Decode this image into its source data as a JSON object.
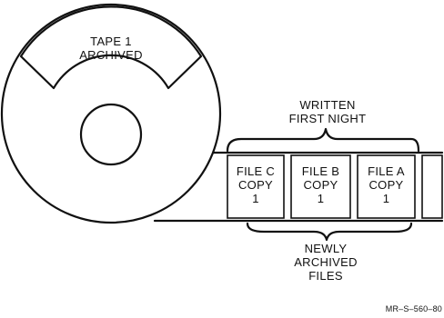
{
  "reel": {
    "label_line1": "TAPE 1",
    "label_line2": "ARCHIVED"
  },
  "top_brace": {
    "line1": "WRITTEN",
    "line2": "FIRST NIGHT"
  },
  "tape_segments": [
    {
      "line1": "FILE C",
      "line2": "COPY",
      "line3": "1"
    },
    {
      "line1": "FILE B",
      "line2": "COPY",
      "line3": "1"
    },
    {
      "line1": "FILE A",
      "line2": "COPY",
      "line3": "1"
    }
  ],
  "bottom_brace": {
    "line1": "NEWLY",
    "line2": "ARCHIVED",
    "line3": "FILES"
  },
  "figure_reference": "MR–S–560–80"
}
